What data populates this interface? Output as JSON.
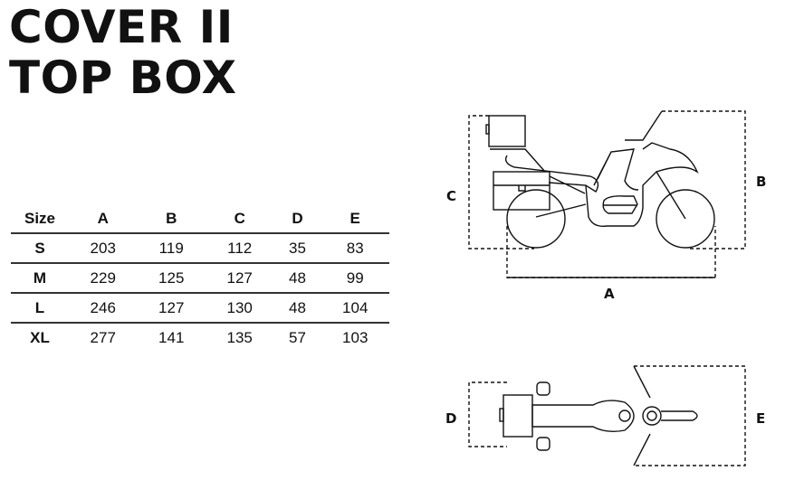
{
  "title": {
    "line1": "COVER II",
    "line2": "TOP BOX"
  },
  "table": {
    "headers": [
      "Size",
      "A",
      "B",
      "C",
      "D",
      "E"
    ],
    "rows": [
      [
        "S",
        "203",
        "119",
        "112",
        "35",
        "83"
      ],
      [
        "M",
        "229",
        "125",
        "127",
        "48",
        "99"
      ],
      [
        "L",
        "246",
        "127",
        "130",
        "48",
        "104"
      ],
      [
        "XL",
        "277",
        "141",
        "135",
        "57",
        "103"
      ]
    ]
  },
  "diagram": {
    "labels": {
      "a": "A",
      "b": "B",
      "c": "C",
      "d": "D",
      "e": "E"
    }
  }
}
